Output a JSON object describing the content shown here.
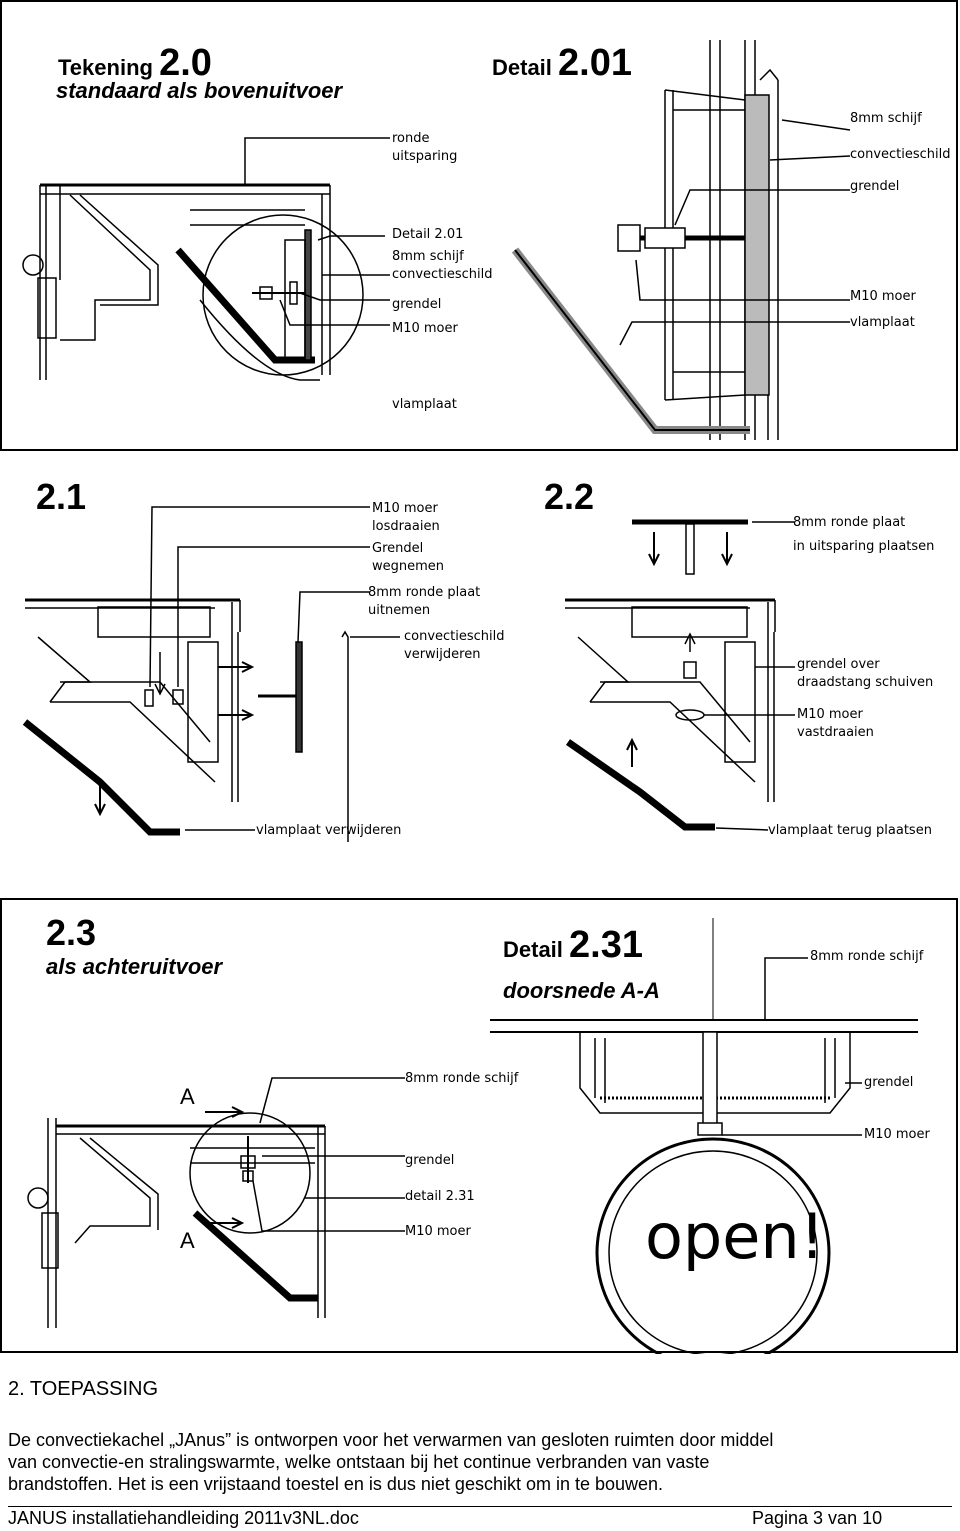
{
  "drawing_2_0": {
    "tekening_word": "Tekening",
    "tekening_num": "2.0",
    "subtitle": "standaard als bovenuitvoer",
    "detail_word": "Detail",
    "detail_num": "2.01",
    "labels_left": [
      "ronde",
      "uitsparing",
      "Detail 2.01",
      "8mm schijf",
      "convectieschild",
      "grendel",
      "M10 moer",
      "vlamplaat"
    ],
    "labels_right": [
      "8mm schijf",
      "convectieschild",
      "grendel",
      "M10 moer",
      "vlamplaat"
    ]
  },
  "drawing_2_1": {
    "title": "2.1",
    "labels": [
      "M10 moer",
      "losdraaien",
      "Grendel",
      "wegnemen",
      "8mm ronde plaat",
      "uitnemen",
      "convectieschild",
      "verwijderen",
      "vlamplaat verwijderen"
    ]
  },
  "drawing_2_2": {
    "title": "2.2",
    "labels": [
      "8mm ronde plaat",
      "in uitsparing plaatsen",
      "grendel over",
      "draadstang schuiven",
      "M10 moer",
      "vastdraaien",
      "vlamplaat terug plaatsen"
    ]
  },
  "drawing_2_3": {
    "title": "2.3",
    "subtitle": "als achteruitvoer",
    "section_a": "A",
    "labels": [
      "8mm ronde schijf",
      "grendel",
      "detail 2.31",
      "M10 moer"
    ]
  },
  "drawing_2_31": {
    "detail_word": "Detail",
    "detail_num": "2.31",
    "subtitle": "doorsnede A-A",
    "labels": [
      "8mm ronde schijf",
      "grendel",
      "M10 moer"
    ],
    "open_text": "open!"
  },
  "text": {
    "heading": "2. TOEPASSING",
    "paragraph_lines": [
      "De convectiekachel „JAnus” is ontworpen voor het verwarmen van gesloten ruimten door middel",
      "van convectie-en stralingswarmte, welke ontstaan bij het continue verbranden van vaste",
      "brandstoffen. Het is een vrijstaand toestel en is dus niet geschikt om in te bouwen."
    ]
  },
  "footer": {
    "left": "JANUS installatiehandleiding 2011v3NL.doc",
    "right": "Pagina 3 van 10"
  }
}
